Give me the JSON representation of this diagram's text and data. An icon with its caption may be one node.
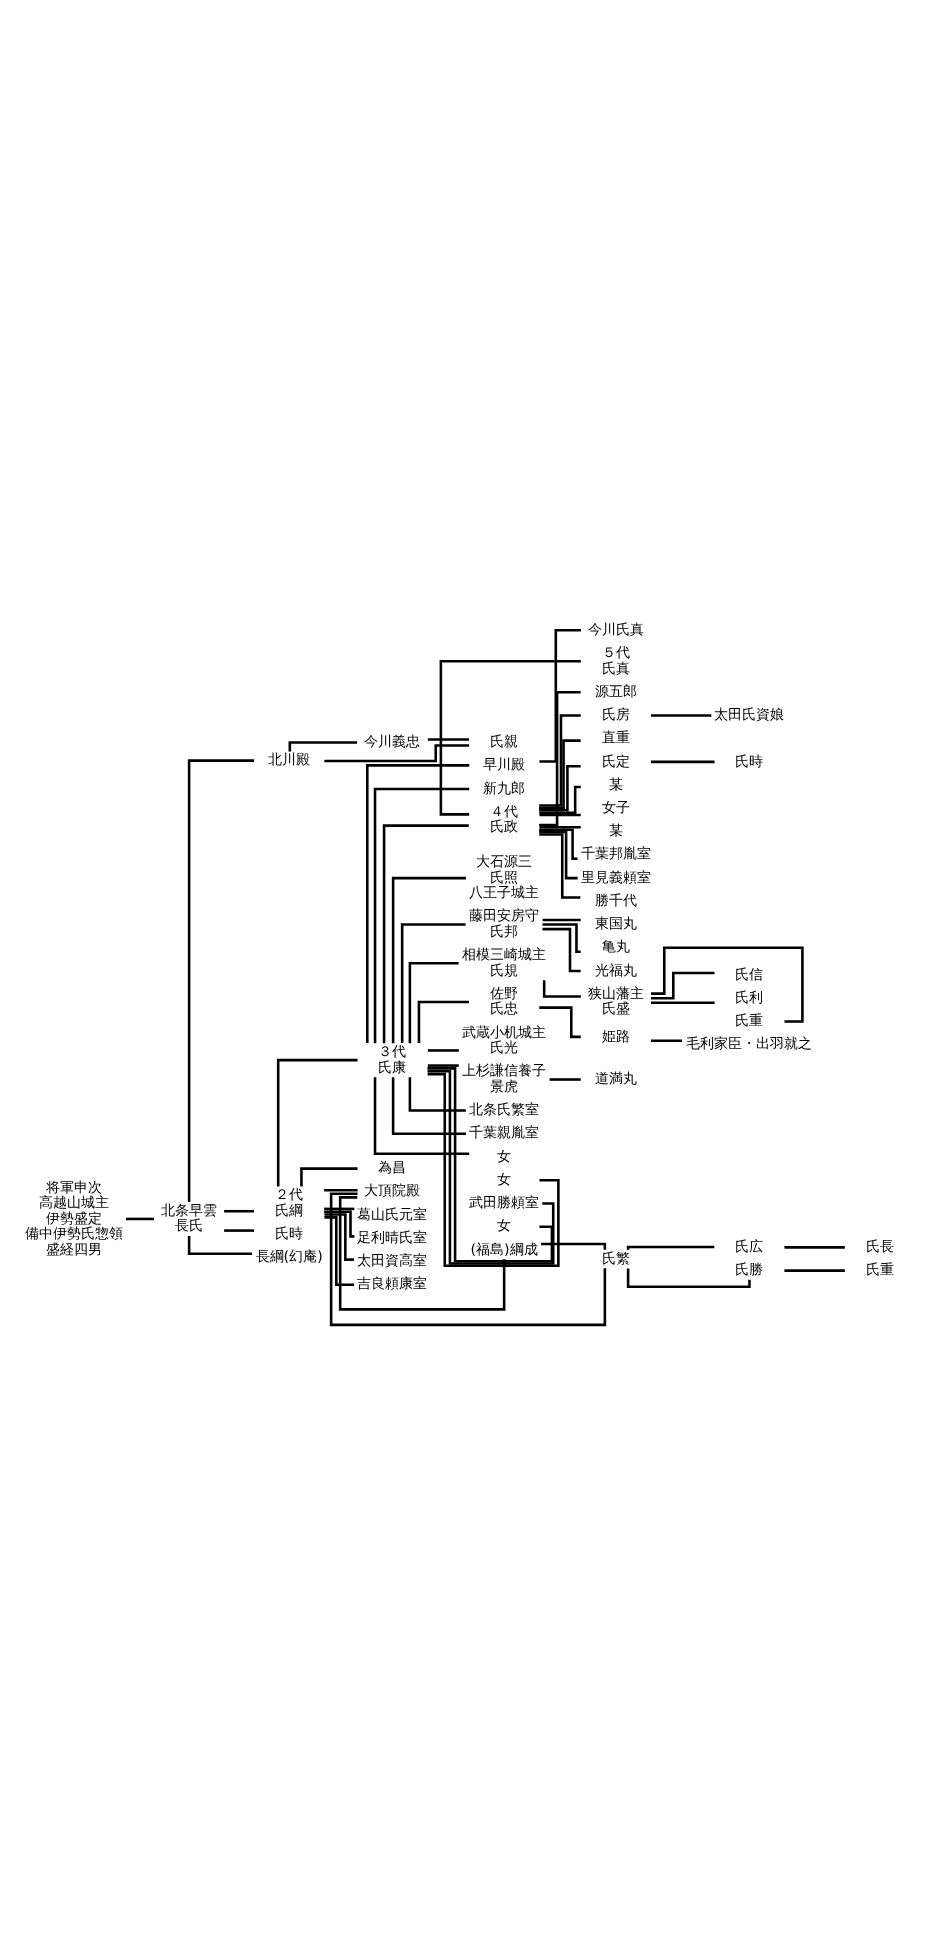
{
  "diagram": {
    "nodes": [
      {
        "text": [
          "将軍申次",
          "高越山城主",
          "伊勢盛定",
          "備中伊勢氏惣領",
          "盛経四男"
        ]
      },
      {
        "text": [
          "北条早雲",
          "長氏"
        ]
      },
      {
        "text": [
          "北川殿"
        ]
      },
      {
        "text": [
          "今川義忠"
        ]
      },
      {
        "text": [
          "氏親"
        ]
      },
      {
        "text": [
          "２代",
          "氏綱"
        ]
      },
      {
        "text": [
          "氏時"
        ]
      },
      {
        "text": [
          "長綱(幻庵)"
        ]
      },
      {
        "text": [
          "３代",
          "氏康"
        ]
      },
      {
        "text": [
          "為昌"
        ]
      },
      {
        "text": [
          "大頂院殿"
        ]
      },
      {
        "text": [
          "(福島)綱成"
        ]
      },
      {
        "text": [
          "葛山氏元室"
        ]
      },
      {
        "text": [
          "足利晴氏室"
        ]
      },
      {
        "text": [
          "太田資高室"
        ]
      },
      {
        "text": [
          "吉良頼康室"
        ]
      },
      {
        "text": [
          "氏繁"
        ]
      },
      {
        "text": [
          "氏広"
        ]
      },
      {
        "text": [
          "氏勝"
        ]
      },
      {
        "text": [
          "氏長"
        ]
      },
      {
        "text": [
          "氏重"
        ]
      },
      {
        "text": [
          "早川殿"
        ]
      },
      {
        "text": [
          "今川氏真"
        ]
      },
      {
        "text": [
          "新九郎"
        ]
      },
      {
        "text": [
          "４代",
          "氏政"
        ]
      },
      {
        "text": [
          "大石源三",
          "氏照",
          "八王子城主"
        ]
      },
      {
        "text": [
          "５代",
          "氏真"
        ]
      },
      {
        "text": [
          "源五郎"
        ]
      },
      {
        "text": [
          "氏房"
        ]
      },
      {
        "text": [
          "太田氏資娘"
        ]
      },
      {
        "text": [
          "直重"
        ]
      },
      {
        "text": [
          "氏定"
        ]
      },
      {
        "text": [
          "氏時"
        ]
      },
      {
        "text": [
          "某"
        ]
      },
      {
        "text": [
          "女子"
        ]
      },
      {
        "text": [
          "某"
        ]
      },
      {
        "text": [
          "千葉邦胤室"
        ]
      },
      {
        "text": [
          "里見義頼室"
        ]
      },
      {
        "text": [
          "勝千代"
        ]
      },
      {
        "text": [
          "藤田安房守",
          "氏邦"
        ]
      },
      {
        "text": [
          "東国丸"
        ]
      },
      {
        "text": [
          "亀丸"
        ]
      },
      {
        "text": [
          "光福丸"
        ]
      },
      {
        "text": [
          "相模三崎城主",
          "氏規"
        ]
      },
      {
        "text": [
          "狭山藩主",
          "氏盛"
        ]
      },
      {
        "text": [
          "氏信"
        ]
      },
      {
        "text": [
          "氏利"
        ]
      },
      {
        "text": [
          "氏重"
        ]
      },
      {
        "text": [
          "佐野",
          "氏忠"
        ]
      },
      {
        "text": [
          "姫路"
        ]
      },
      {
        "text": [
          "毛利家臣・出羽就之"
        ]
      },
      {
        "text": [
          "武蔵小机城主",
          "氏光"
        ]
      },
      {
        "text": [
          "上杉謙信養子",
          "景虎"
        ]
      },
      {
        "text": [
          "道満丸"
        ]
      },
      {
        "text": [
          "北条氏繁室"
        ]
      },
      {
        "text": [
          "千葉親胤室"
        ]
      },
      {
        "text": [
          "女"
        ]
      },
      {
        "text": [
          "女"
        ]
      },
      {
        "text": [
          "武田勝頼室"
        ]
      },
      {
        "text": [
          "女"
        ]
      }
    ],
    "edges": [
      {
        "from": 0,
        "to": 1,
        "arrow": "none"
      },
      {
        "from": 1,
        "to": 2,
        "arrow": "none"
      },
      {
        "from": 2,
        "to": 3,
        "arrow": "none"
      },
      {
        "from": 2,
        "to": 4,
        "arrow": "none"
      },
      {
        "from": 3,
        "to": 4,
        "arrow": "none"
      },
      {
        "from": 1,
        "to": 5,
        "arrow": "none"
      },
      {
        "from": 1,
        "to": 6,
        "arrow": "none"
      },
      {
        "from": 1,
        "to": 7,
        "arrow": "none"
      },
      {
        "from": 5,
        "to": 8,
        "arrow": "none"
      },
      {
        "from": 5,
        "to": 9,
        "arrow": "none"
      },
      {
        "from": 5,
        "to": 10,
        "arrow": "none"
      },
      {
        "from": 10,
        "to": 11,
        "arrow": "none"
      },
      {
        "from": 5,
        "to": 12,
        "arrow": "none"
      },
      {
        "from": 5,
        "to": 13,
        "arrow": "none"
      },
      {
        "from": 5,
        "to": 14,
        "arrow": "none"
      },
      {
        "from": 5,
        "to": 15,
        "arrow": "none"
      },
      {
        "from": 10,
        "to": 16,
        "arrow": "none"
      },
      {
        "from": 11,
        "to": 16,
        "arrow": "none"
      },
      {
        "from": 16,
        "to": 17,
        "arrow": "none"
      },
      {
        "from": 16,
        "to": 18,
        "arrow": "none"
      },
      {
        "from": 17,
        "to": 19,
        "arrow": "none"
      },
      {
        "from": 18,
        "to": 20,
        "arrow": "none"
      },
      {
        "from": 8,
        "to": 21,
        "arrow": "none"
      },
      {
        "from": 21,
        "to": 22,
        "arrow": "none"
      },
      {
        "from": 8,
        "to": 23,
        "arrow": "none"
      },
      {
        "from": 8,
        "to": 24,
        "arrow": "none"
      },
      {
        "from": 8,
        "to": 25,
        "arrow": "none"
      },
      {
        "from": 24,
        "to": 26,
        "arrow": "none"
      },
      {
        "from": 24,
        "to": 27,
        "arrow": "none"
      },
      {
        "from": 24,
        "to": 28,
        "arrow": "none"
      },
      {
        "from": 28,
        "to": 29,
        "arrow": "none"
      },
      {
        "from": 24,
        "to": 30,
        "arrow": "none"
      },
      {
        "from": 24,
        "to": 31,
        "arrow": "none"
      },
      {
        "from": 31,
        "to": 32,
        "arrow": "none"
      },
      {
        "from": 24,
        "to": 33,
        "arrow": "none"
      },
      {
        "from": 24,
        "to": 34,
        "arrow": "none"
      },
      {
        "from": 24,
        "to": 35,
        "arrow": "none"
      },
      {
        "from": 24,
        "to": 36,
        "arrow": "none"
      },
      {
        "from": 24,
        "to": 37,
        "arrow": "none"
      },
      {
        "from": 24,
        "to": 38,
        "arrow": "none"
      },
      {
        "from": 8,
        "to": 39,
        "arrow": "none"
      },
      {
        "from": 39,
        "to": 40,
        "arrow": "none"
      },
      {
        "from": 39,
        "to": 41,
        "arrow": "none"
      },
      {
        "from": 39,
        "to": 42,
        "arrow": "none"
      },
      {
        "from": 8,
        "to": 43,
        "arrow": "none"
      },
      {
        "from": 43,
        "to": 44,
        "arrow": "none"
      },
      {
        "from": 44,
        "to": 45,
        "arrow": "none"
      },
      {
        "from": 44,
        "to": 46,
        "arrow": "none"
      },
      {
        "from": 44,
        "to": 47,
        "arrow": "none"
      },
      {
        "from": 8,
        "to": 48,
        "arrow": "none"
      },
      {
        "from": 48,
        "to": 49,
        "arrow": "none"
      },
      {
        "from": 49,
        "to": 50,
        "arrow": "none"
      },
      {
        "from": 8,
        "to": 51,
        "arrow": "none"
      },
      {
        "from": 8,
        "to": 52,
        "arrow": "none"
      },
      {
        "from": 52,
        "to": 53,
        "arrow": "none"
      },
      {
        "from": 8,
        "to": 54,
        "arrow": "none"
      },
      {
        "from": 8,
        "to": 55,
        "arrow": "none"
      },
      {
        "from": 8,
        "to": 56,
        "arrow": "none"
      },
      {
        "from": 8,
        "to": 57,
        "arrow": "none"
      },
      {
        "from": 8,
        "to": 58,
        "arrow": "none"
      },
      {
        "from": 8,
        "to": 59,
        "arrow": "none"
      }
    ]
  }
}
